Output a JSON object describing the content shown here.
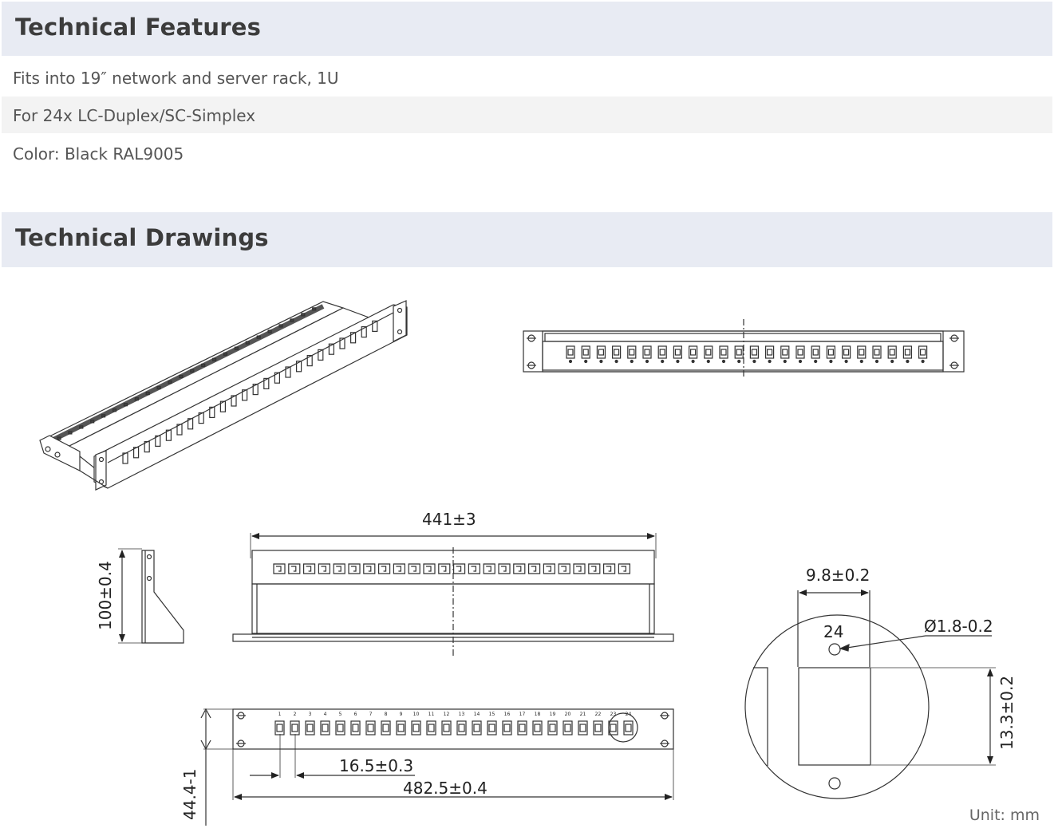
{
  "sections": {
    "features": {
      "title": "Technical Features",
      "items": [
        "Fits into 19″ network and server rack, 1U",
        "For 24x LC-Duplex/SC-Simplex",
        "Color: Black RAL9005"
      ]
    },
    "drawings": {
      "title": "Technical Drawings",
      "dimensions": {
        "depth": "100±0.4",
        "inner_width": "441±3",
        "port_width": "9.8±0.2",
        "hole_diameter": "Ø1.8-0.2",
        "port_height": "13.3±0.2",
        "port_pitch": "16.5±0.3",
        "overall_width": "482.5±0.4",
        "panel_height": "44.4-1",
        "detail_port_number": "24"
      },
      "unit": "Unit: mm"
    }
  }
}
